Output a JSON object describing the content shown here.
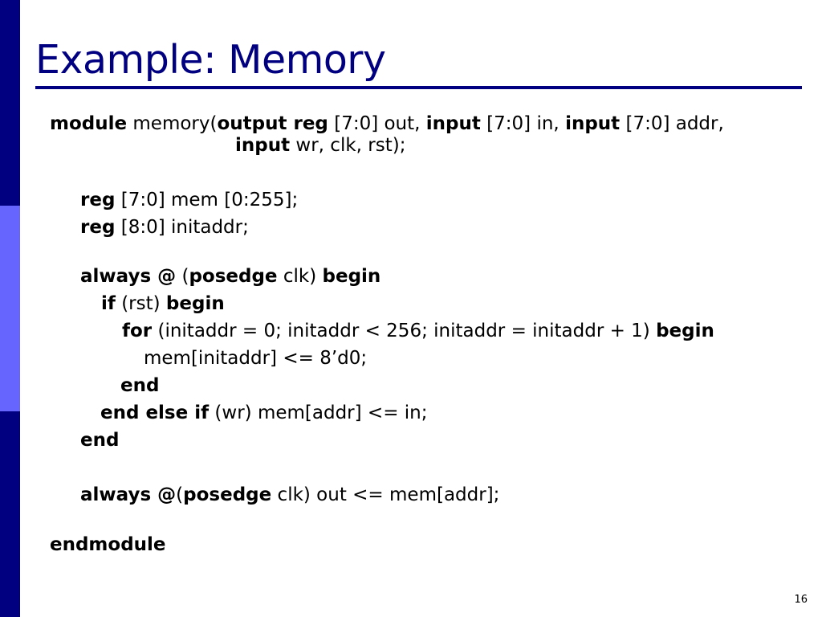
{
  "slide": {
    "title": "Example: Memory",
    "page_number": "16",
    "colors": {
      "title": "#000080",
      "rule": "#000080",
      "sidebar_dark": "#000080",
      "sidebar_light": "#6666ff"
    }
  },
  "code": {
    "line1": {
      "k1": "module",
      "t1": " memory(",
      "k2": "output reg",
      "t2": " [7:0] out, ",
      "k3": "input",
      "t3": " [7:0] in, ",
      "k4": "input",
      "t4": " [7:0] addr,"
    },
    "line2": {
      "k1": "input",
      "t1": " wr, clk, rst);"
    },
    "line3": {
      "k1": "reg",
      "t1": " [7:0] mem [0:255];"
    },
    "line4": {
      "k1": "reg",
      "t1": " [8:0] initaddr;"
    },
    "line5": {
      "k1": "always @",
      "t1": " (",
      "k2": "posedge",
      "t2": " clk) ",
      "k3": "begin"
    },
    "line6": {
      "k1": "if",
      "t1": " (rst) ",
      "k2": "begin"
    },
    "line7": {
      "k1": "for",
      "t1": " (initaddr = 0; initaddr < 256; initaddr = initaddr + 1) ",
      "k2": "begin"
    },
    "line8": {
      "t1": "mem[initaddr] <= 8’d0;"
    },
    "line9": {
      "k1": "end"
    },
    "line10": {
      "k1": "end else if",
      "t1": " (wr) mem[addr] <= in;"
    },
    "line11": {
      "k1": "end"
    },
    "line12": {
      "k1": "always @",
      "t1": "(",
      "k2": "posedge",
      "t2": " clk) out <= mem[addr];"
    },
    "line13": {
      "k1": "endmodule"
    }
  }
}
